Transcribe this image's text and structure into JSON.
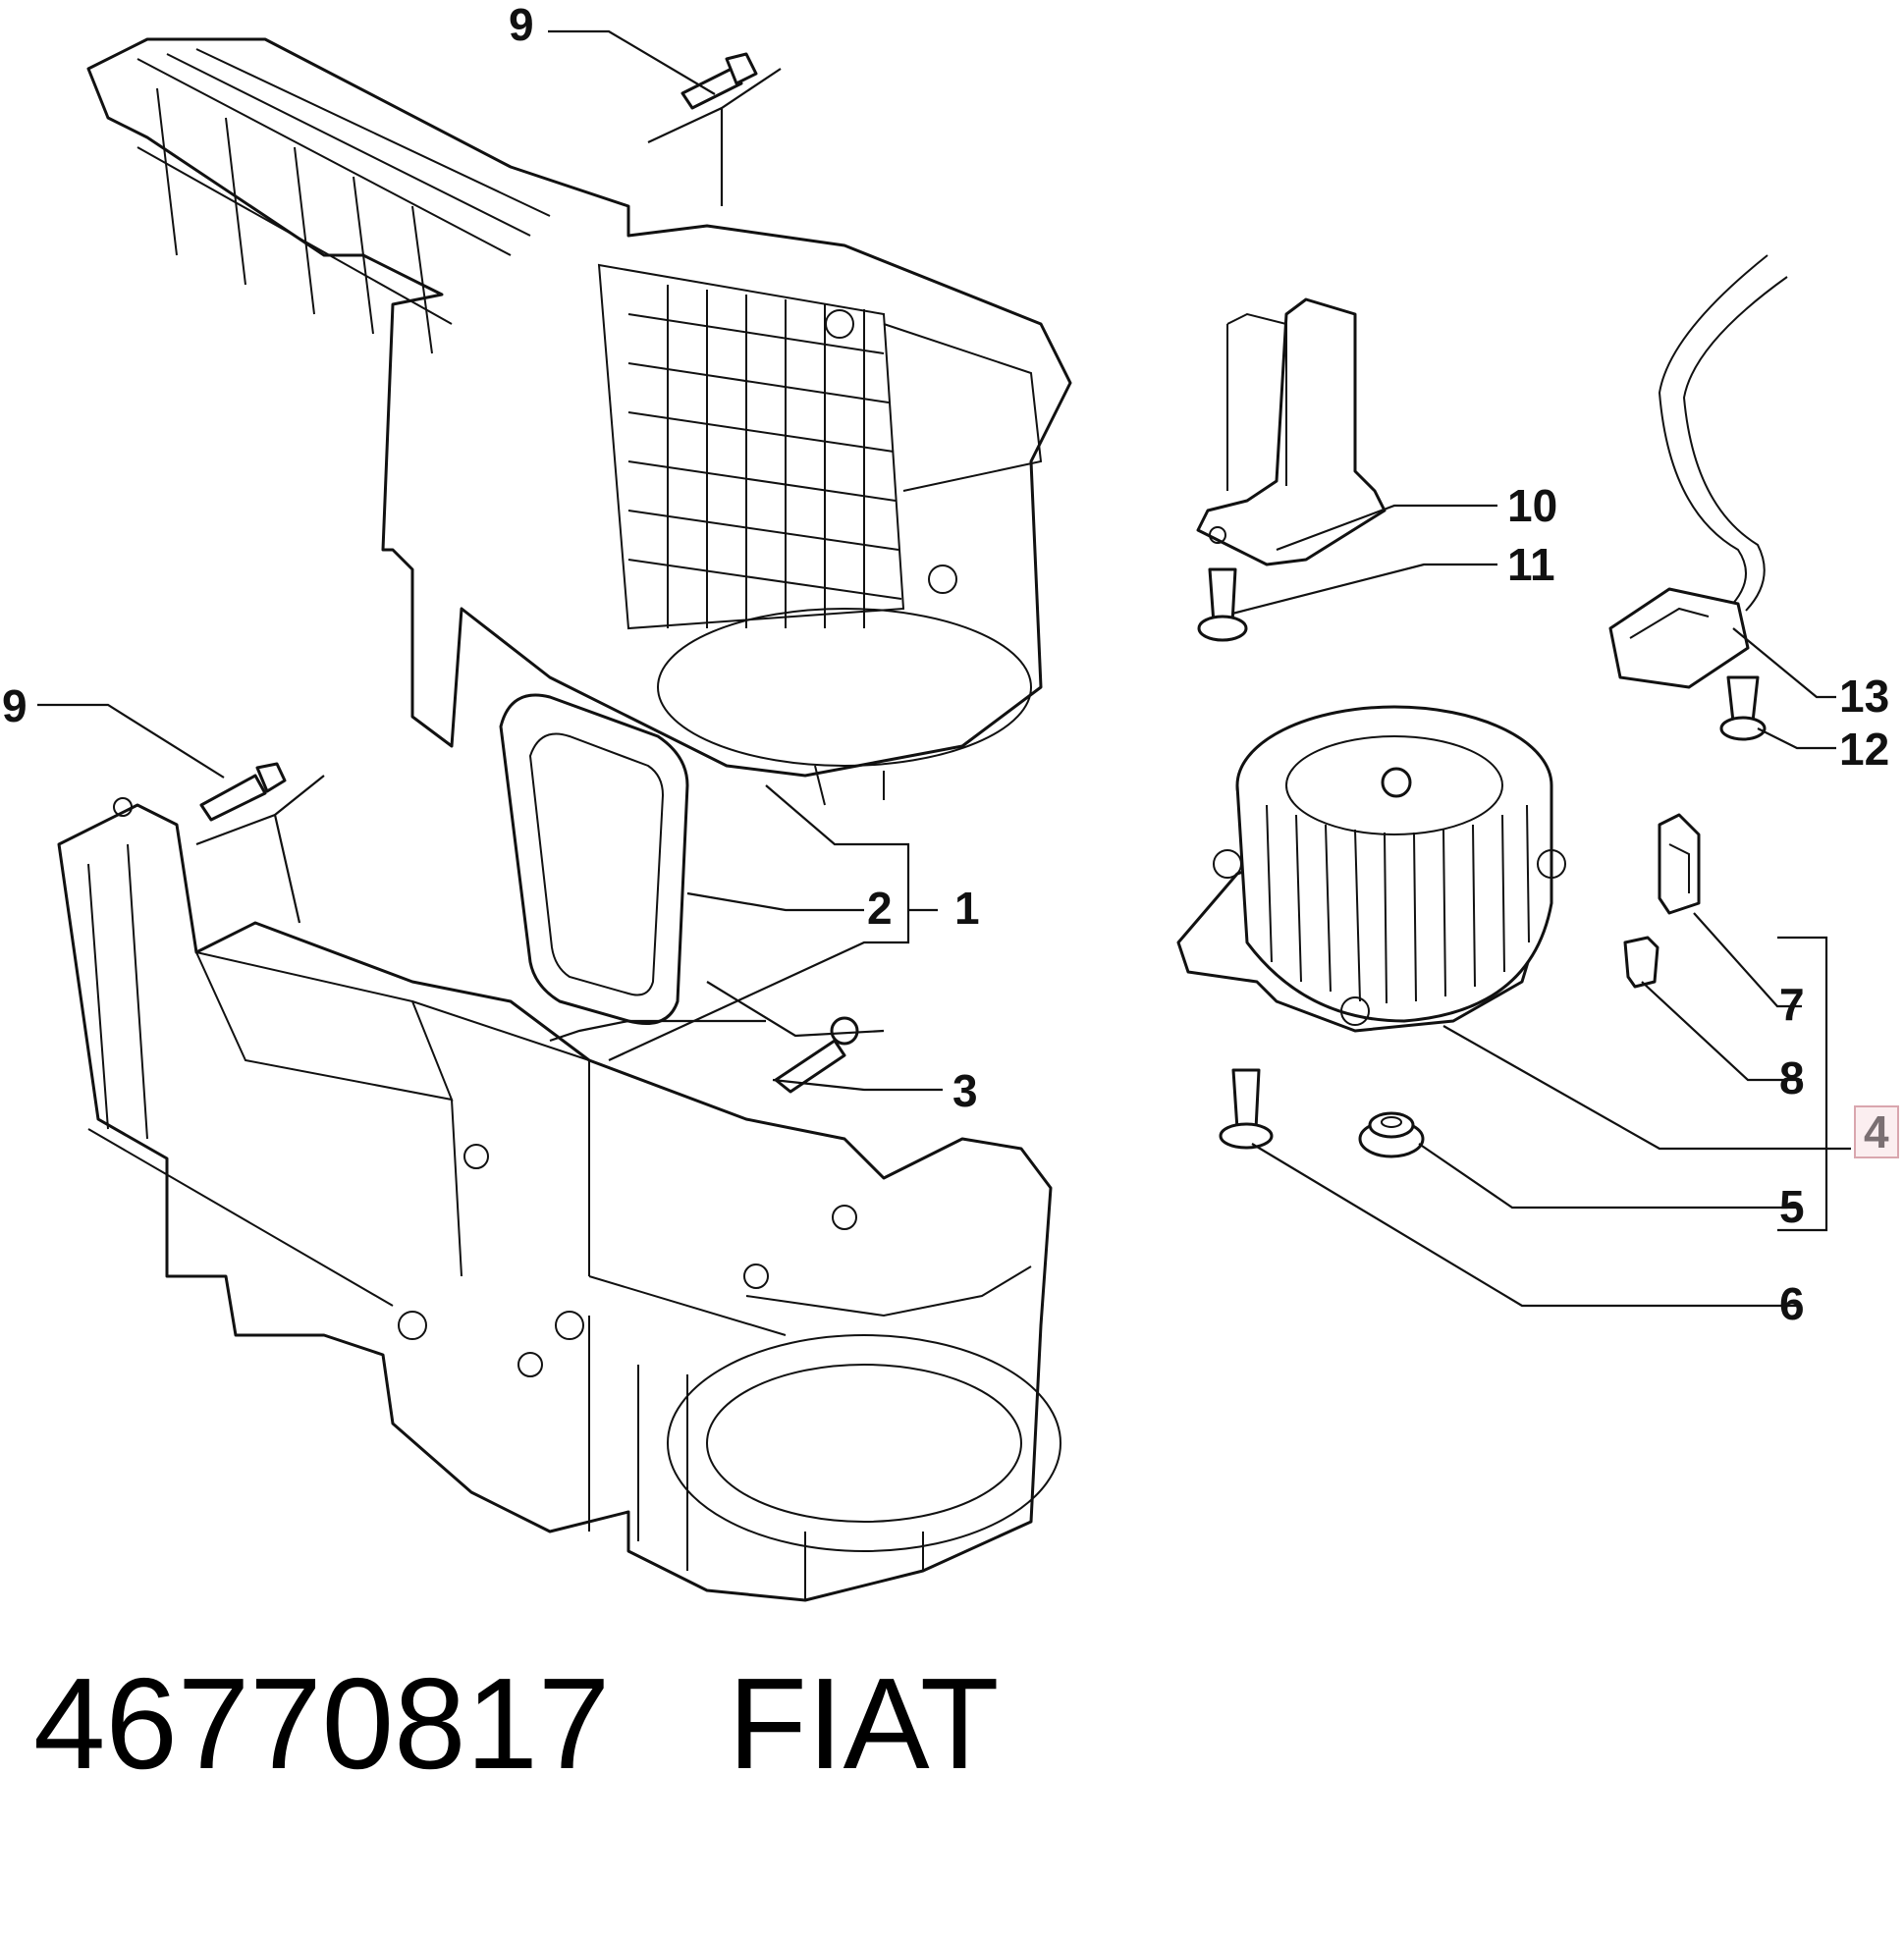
{
  "callouts": {
    "c1": "1",
    "c2": "2",
    "c3": "3",
    "c4": "4",
    "c5": "5",
    "c6": "6",
    "c7": "7",
    "c8": "8",
    "c9a": "9",
    "c9b": "9",
    "c10": "10",
    "c11": "11",
    "c12": "12",
    "c13": "13"
  },
  "caption": {
    "part_number": "46770817",
    "brand": "FIAT"
  },
  "colors": {
    "line": "#111111",
    "highlight_border": "#d9a6ae",
    "highlight_fill": "#fbeef0",
    "highlight_text": "#7a6f72"
  }
}
